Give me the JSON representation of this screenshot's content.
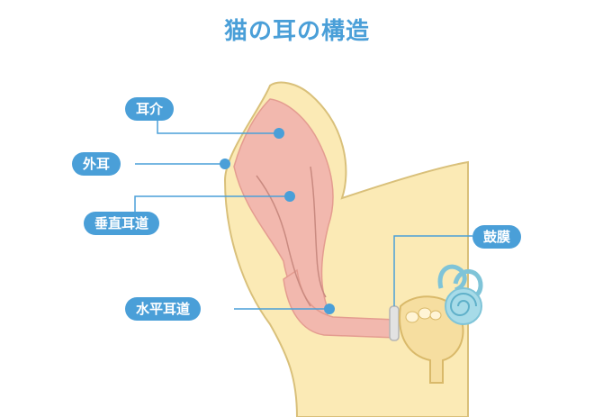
{
  "title": "猫の耳の構造",
  "labels": {
    "pinna": "耳介",
    "outer_ear": "外耳",
    "vertical_canal": "垂直耳道",
    "horizontal_canal": "水平耳道",
    "eardrum": "鼓膜"
  },
  "colors": {
    "accent": "#4a9fd8",
    "skin": "#fbeab5",
    "canal": "#f2b8ae",
    "middle_ear": "#f6dea0",
    "cochlea": "#a7dbe8"
  }
}
